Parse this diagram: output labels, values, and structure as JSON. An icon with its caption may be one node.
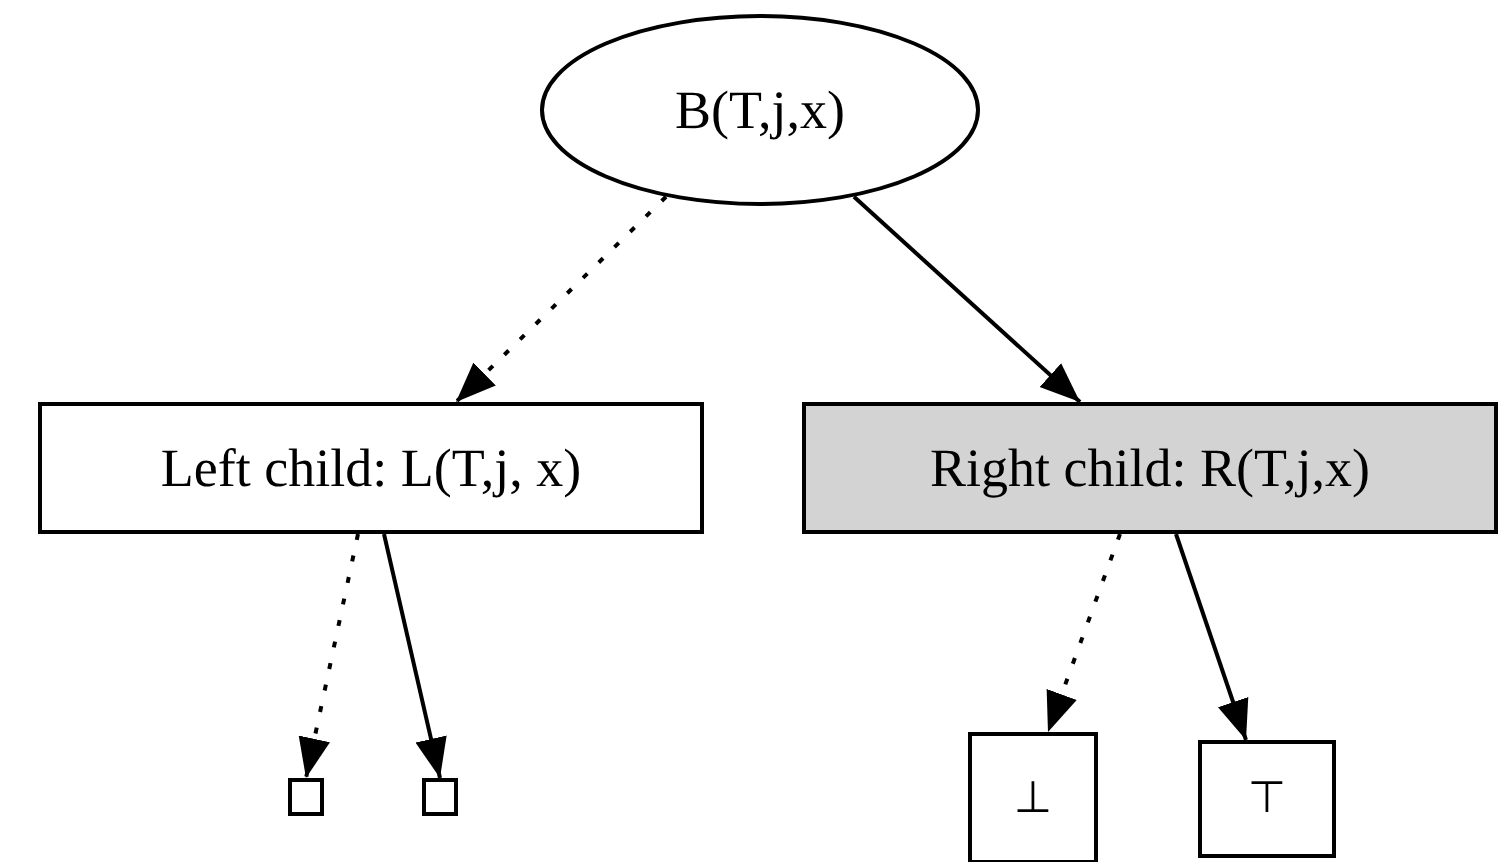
{
  "diagram": {
    "nodes": [
      {
        "text": [
          "B(T,j,x)"
        ]
      },
      {
        "text": [
          "Left child: L(T,j, x)"
        ]
      },
      {
        "text": [
          "Right child: R(T,j,x)"
        ]
      },
      {
        "text": [],
        "shape": "box"
      },
      {
        "text": [],
        "shape": "box"
      },
      {
        "text": [
          "⊥"
        ]
      },
      {
        "text": [
          "⊤"
        ]
      }
    ],
    "edges": [
      {
        "from": 0,
        "to": 1,
        "arrow": "to",
        "style": "dashed"
      },
      {
        "from": 0,
        "to": 2,
        "arrow": "to"
      },
      {
        "from": 1,
        "to": 3,
        "arrow": "to",
        "style": "dashed"
      },
      {
        "from": 1,
        "to": 4,
        "arrow": "to"
      },
      {
        "from": 2,
        "to": 5,
        "arrow": "to",
        "style": "dashed"
      },
      {
        "from": 2,
        "to": 6,
        "arrow": "to"
      }
    ]
  }
}
